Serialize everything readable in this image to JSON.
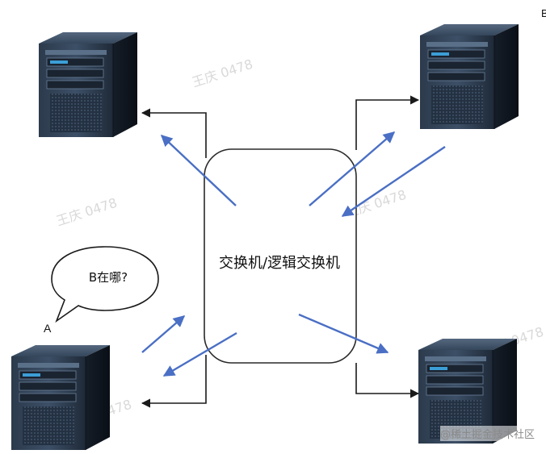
{
  "switch": {
    "label": "交换机/逻辑交换机"
  },
  "bubble": {
    "text": "B在哪?"
  },
  "hosts": {
    "a": "A",
    "b": "B"
  },
  "watermark": {
    "site": "@稀土掘金技术社区",
    "faint": "王庆 0478"
  },
  "colors": {
    "blue_arrow": "#4a6fc4",
    "black_line": "#1a1a1a"
  }
}
